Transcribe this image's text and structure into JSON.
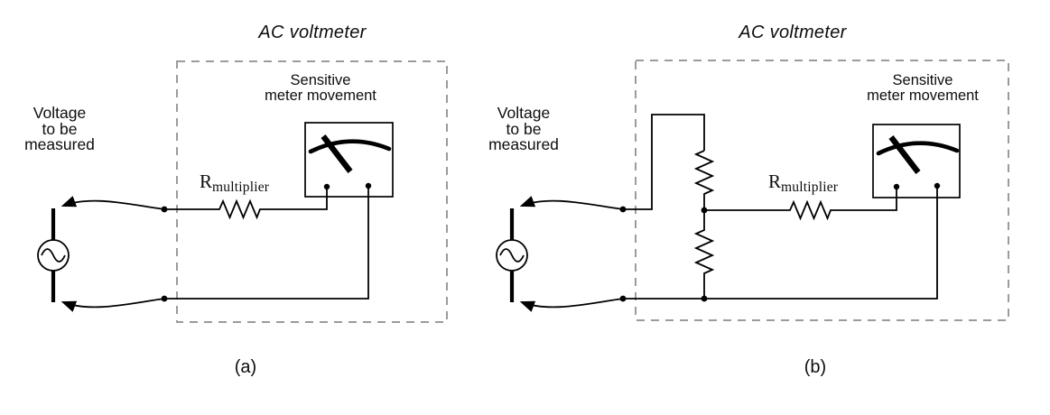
{
  "colors": {
    "ink": "#000000",
    "text": "#0d0d0d",
    "enclosure_dash": "#9b9b9b",
    "background": "#ffffff"
  },
  "diagrams": [
    {
      "id": "a",
      "caption": "(a)",
      "enclosure_title": "AC voltmeter",
      "source_label": {
        "line1": "Voltage",
        "line2": "to be",
        "line3": "measured"
      },
      "meter_label": {
        "line1": "Sensitive",
        "line2": "meter movement"
      },
      "multiplier_resistor_label": {
        "base": "R",
        "subscript": "multiplier"
      }
    },
    {
      "id": "b",
      "caption": "(b)",
      "enclosure_title": "AC voltmeter",
      "source_label": {
        "line1": "Voltage",
        "line2": "to be",
        "line3": "measured"
      },
      "meter_label": {
        "line1": "Sensitive",
        "line2": "meter movement"
      },
      "multiplier_resistor_label": {
        "base": "R",
        "subscript": "multiplier"
      }
    }
  ]
}
